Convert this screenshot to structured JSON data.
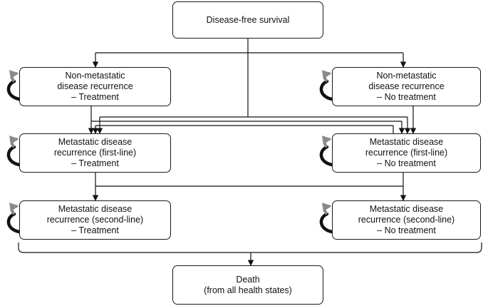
{
  "diagram": {
    "nodes": {
      "dfs": "Disease-free survival",
      "nm_treat": "Non-metastatic\ndisease recurrence\n– Treatment",
      "nm_notreat": "Non-metastatic\ndisease recurrence\n– No treatment",
      "m1_treat": "Metastatic disease\nrecurrence (first-line)\n– Treatment",
      "m1_notreat": "Metastatic disease\nrecurrence (first-line)\n– No treatment",
      "m2_treat": "Metastatic disease\nrecurrence (second-line)\n– Treatment",
      "m2_notreat": "Metastatic disease\nrecurrence (second-line)\n– No treatment",
      "death": "Death\n(from all health states)"
    }
  }
}
